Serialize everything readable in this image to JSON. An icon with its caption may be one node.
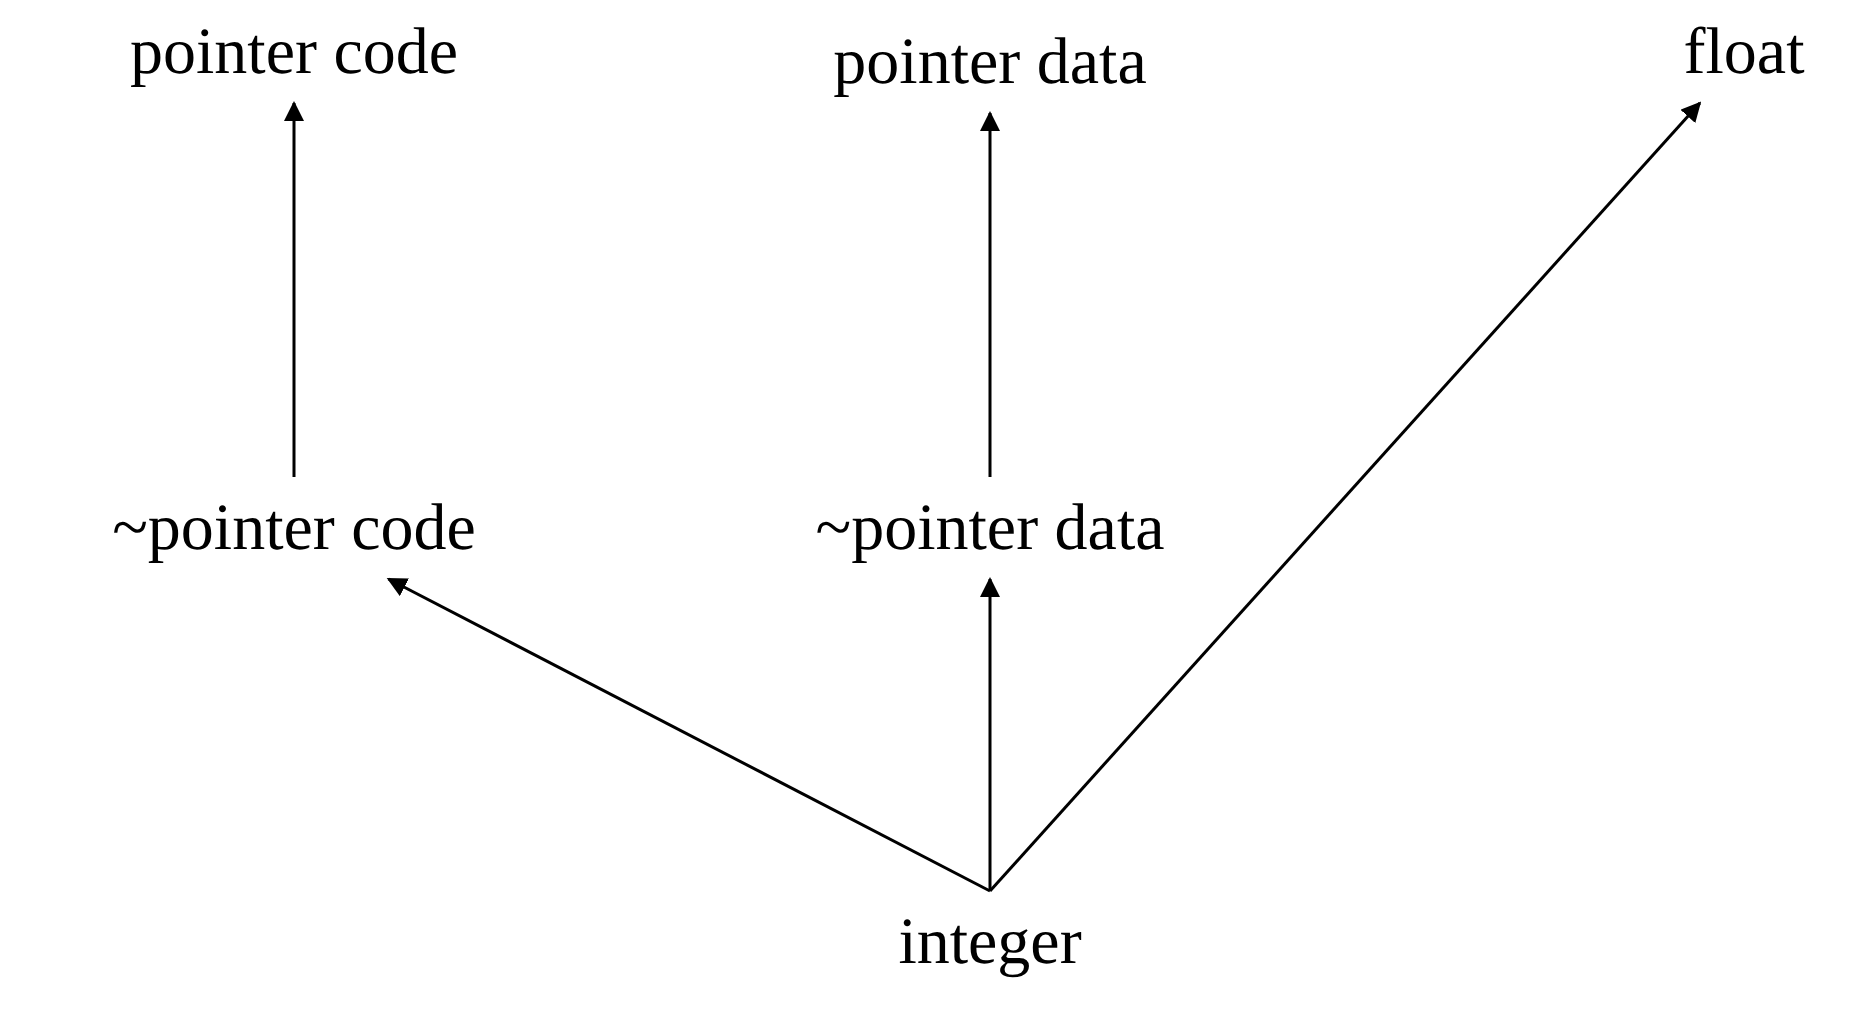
{
  "diagram": {
    "nodes": [
      {
        "text": [
          "pointer code"
        ]
      },
      {
        "text": [
          "pointer data"
        ]
      },
      {
        "text": [
          "float"
        ]
      },
      {
        "text": [
          "~pointer code"
        ]
      },
      {
        "text": [
          "~pointer data"
        ]
      },
      {
        "text": [
          "integer"
        ]
      }
    ],
    "edges": [
      {
        "from": 3,
        "to": 0,
        "arrow": "to"
      },
      {
        "from": 4,
        "to": 1,
        "arrow": "to"
      },
      {
        "from": 5,
        "to": 3,
        "arrow": "to"
      },
      {
        "from": 5,
        "to": 4,
        "arrow": "to"
      },
      {
        "from": 5,
        "to": 2,
        "arrow": "to"
      }
    ]
  }
}
